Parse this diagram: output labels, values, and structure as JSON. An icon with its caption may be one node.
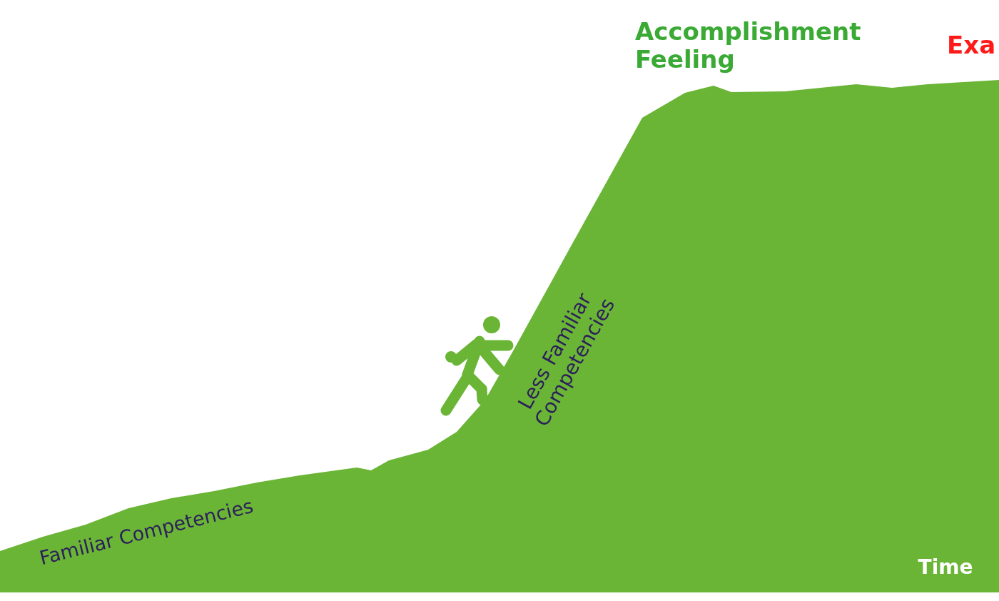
{
  "diagram": {
    "labels": [
      "Accomplishment Feeling",
      "Exa",
      "Less Familiar Competencies",
      "Familiar Competencies",
      "Time"
    ]
  }
}
